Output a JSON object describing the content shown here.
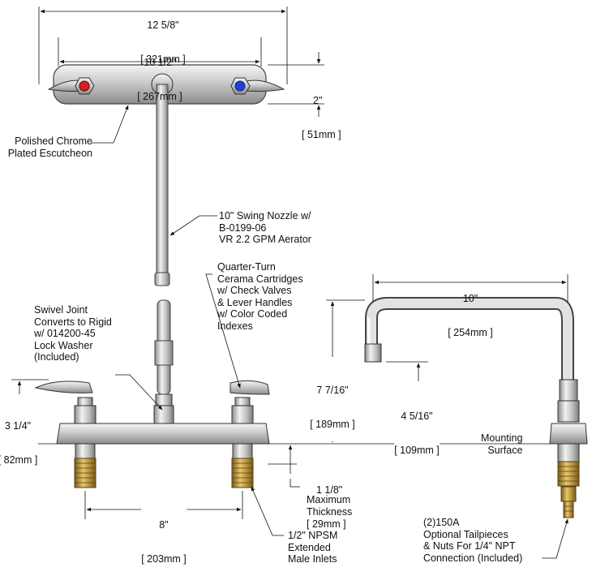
{
  "dimensions": {
    "overall_width": {
      "imperial": "12 5/8\"",
      "metric": "[ 321mm ]"
    },
    "center_spread": {
      "imperial": "10 1/2\"",
      "metric": "[ 267mm ]"
    },
    "escutcheon_height": {
      "imperial": "2\"",
      "metric": "[ 51mm ]"
    },
    "nozzle_reach": {
      "imperial": "10\"",
      "metric": "[ 254mm ]"
    },
    "nozzle_height": {
      "imperial": "7 7/16\"",
      "metric": "[ 189mm ]"
    },
    "aerator_height": {
      "imperial": "4 5/16\"",
      "metric": "[ 109mm ]"
    },
    "handle_height": {
      "imperial": "3 1/4\"",
      "metric": "[ 82mm ]"
    },
    "max_thickness": {
      "imperial": "1 1/8\"",
      "metric": "[ 29mm ]"
    },
    "inlet_centers": {
      "imperial": "8\"",
      "metric": "[ 203mm ]"
    }
  },
  "labels": {
    "escutcheon": "Polished Chrome\nPlated Escutcheon",
    "swing_nozzle": "10\" Swing Nozzle w/\nB-0199-06\nVR 2.2 GPM Aerator",
    "cartridges": "Quarter-Turn\nCerama Cartridges\nw/ Check Valves\n& Lever Handles\nw/ Color Coded\nIndexes",
    "swivel_joint": "Swivel Joint\nConverts to Rigid\nw/ 014200-45\nLock Washer\n(Included)",
    "mounting_surface": "Mounting\nSurface",
    "max_thickness": "Maximum\nThickness",
    "inlets": "1/2\" NPSM\nExtended\nMale Inlets",
    "tailpieces": "(2)150A\nOptional Tailpieces\n& Nuts For 1/4\" NPT\nConnection (Included)"
  },
  "colors": {
    "hot_index": "#d42020",
    "cold_index": "#1f3fd8",
    "brass": "#c49a3a"
  }
}
